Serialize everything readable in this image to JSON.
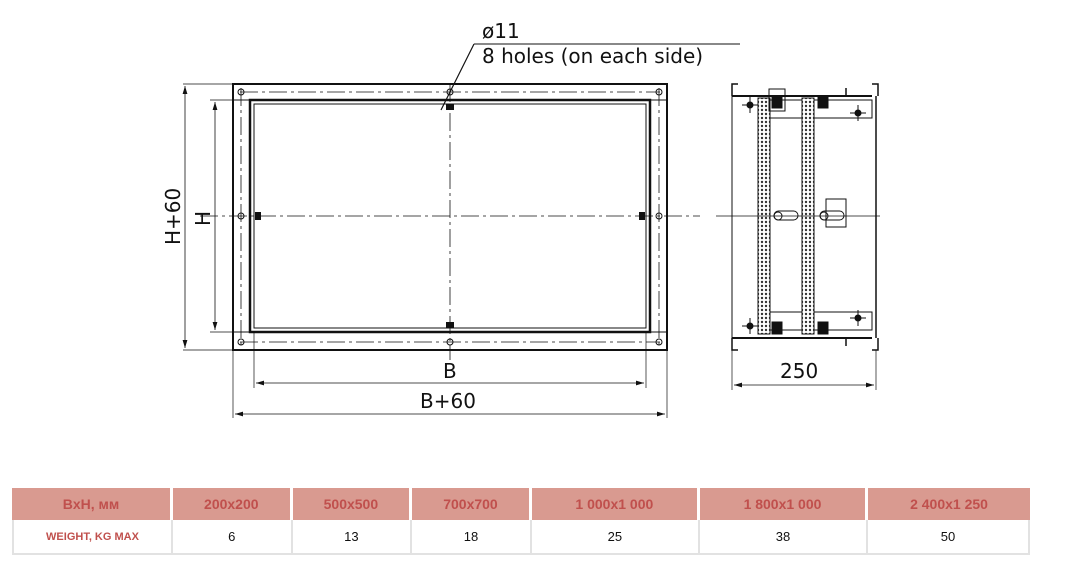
{
  "drawing": {
    "hole_diameter": "ø11",
    "hole_note": "8 holes (on each side)",
    "dim_height_outer": "H+60",
    "dim_height_inner": "H",
    "dim_width_inner": "B",
    "dim_width_outer": "B+60",
    "dim_depth": "250"
  },
  "table": {
    "header_label": "BxH, мм",
    "row_label": "WEIGHT, KG MAX",
    "sizes": [
      "200x200",
      "500x500",
      "700x700",
      "1 000x1 000",
      "1 800x1 000",
      "2 400x1 250"
    ],
    "weights": [
      "6",
      "13",
      "18",
      "25",
      "38",
      "50"
    ]
  },
  "colors": {
    "header_bg": "#d99a90",
    "header_text": "#c0504d",
    "line": "#111111"
  }
}
